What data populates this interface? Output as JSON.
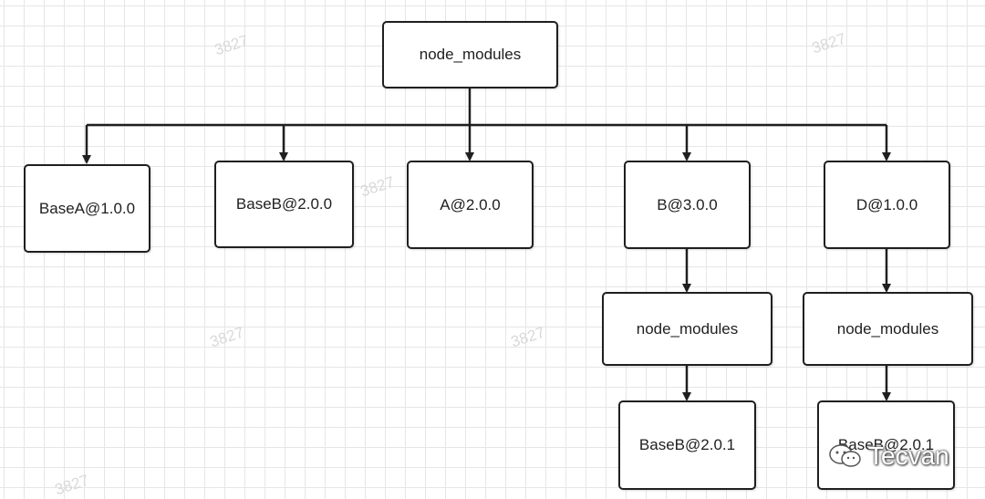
{
  "nodes": {
    "root": "node_modules",
    "base_a": "BaseA@1.0.0",
    "base_b": "BaseB@2.0.0",
    "a": "A@2.0.0",
    "b": "B@3.0.0",
    "d": "D@1.0.0",
    "b_node_modules": "node_modules",
    "d_node_modules": "node_modules",
    "b_base_b": "BaseB@2.0.1",
    "d_base_b": "BaseB@2.0.1"
  },
  "watermark": "3827",
  "brand": {
    "text": "Tecvan",
    "icon": "wechat-icon"
  }
}
